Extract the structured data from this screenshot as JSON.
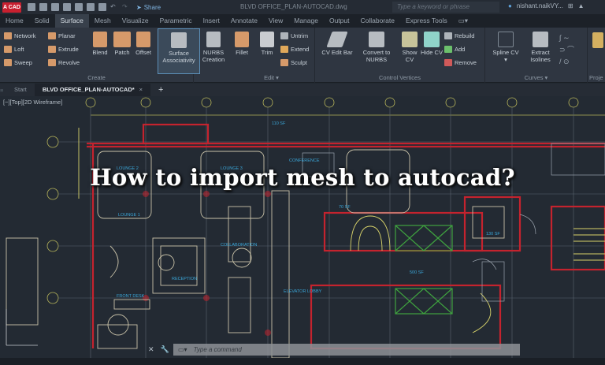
{
  "titlebar": {
    "app_badge": "A CAD",
    "share_label": "Share",
    "document_title": "BLVD OFFICE_PLAN-AUTOCAD.dwg",
    "search_placeholder": "Type a keyword or phrase",
    "user_name": "nishant.naikVY..."
  },
  "menubar": {
    "items": [
      "Home",
      "Solid",
      "Surface",
      "Mesh",
      "Visualize",
      "Parametric",
      "Insert",
      "Annotate",
      "View",
      "Manage",
      "Output",
      "Collaborate",
      "Express Tools"
    ],
    "active": "Surface"
  },
  "ribbon": {
    "create": {
      "label": "Create",
      "small": [
        "Network",
        "Planar",
        "Loft",
        "Extrude",
        "Sweep",
        "Revolve"
      ],
      "large": [
        "Blend",
        "Patch",
        "Offset",
        "Surface Associativity",
        "NURBS Creation"
      ]
    },
    "edit": {
      "label": "Edit",
      "large": [
        "Fillet",
        "Trim"
      ],
      "small": [
        "Untrim",
        "Extend",
        "Sculpt"
      ]
    },
    "control_vertices": {
      "label": "Control Vertices",
      "large": [
        "CV Edit Bar",
        "Convert to NURBS",
        "Show CV",
        "Hide CV"
      ],
      "small": [
        "Rebuild",
        "Add",
        "Remove"
      ]
    },
    "curves": {
      "label": "Curves",
      "large": [
        "Spline CV",
        "Extract Isolines"
      ]
    },
    "project": {
      "label": "Proje"
    }
  },
  "tabs": {
    "start": "Start",
    "document": "BLVD OFFICE_PLAN-AUTOCAD*",
    "close": "×",
    "new": "+"
  },
  "viewport": {
    "label": "[−][Top][2D Wireframe]",
    "headline": "How to import mesh to autocad?",
    "room_labels": [
      "LOUNGE 2",
      "LOUNGE 3",
      "CONFERENCE",
      "LOUNGE 1",
      "COLLABORATION",
      "RECEPTION",
      "FRONT DESK",
      "ELEVATOR LOBBY",
      "110 SF",
      "70 SF",
      "500 SF",
      "130 SF"
    ]
  },
  "command": {
    "placeholder": "Type a command"
  },
  "colors": {
    "accent": "#5c8fb8",
    "brand_red": "#c8202f",
    "wall_red": "#c4232e",
    "cad_yellow": "#c9c46a",
    "cad_cyan": "#3aa6d8",
    "cad_green": "#3fa33f"
  }
}
